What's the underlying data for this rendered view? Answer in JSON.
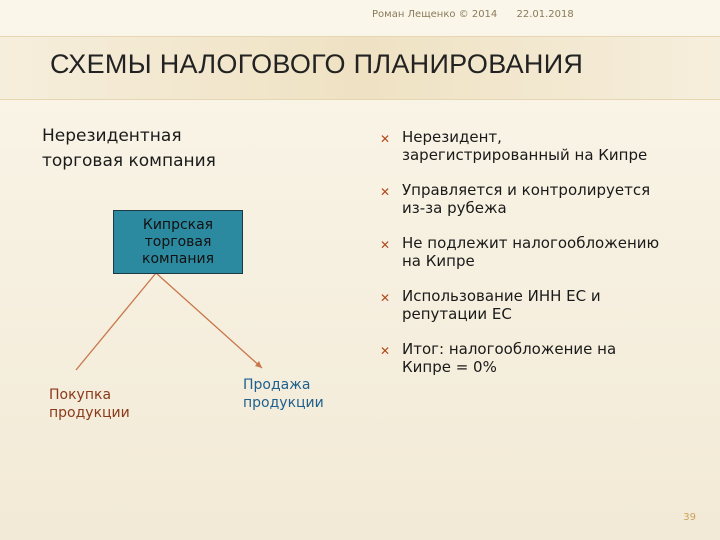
{
  "header": {
    "author": "Роман Лещенко © 2014",
    "date": "22.01.2018"
  },
  "title": "СХЕМЫ НАЛОГОВОГО ПЛАНИРОВАНИЯ",
  "left": {
    "heading_line1": "Нерезидентная",
    "heading_line2": "торговая компания",
    "company_box": {
      "line1": "Кипрская",
      "line2": "торговая",
      "line3": "компания"
    },
    "buy": {
      "line1": "Покупка",
      "line2": "продукции"
    },
    "sell": {
      "line1": "Продажа",
      "line2": "продукции"
    }
  },
  "bullets": [
    {
      "line1": "Нерезидент,",
      "line2": "зарегистрированный на Кипре"
    },
    {
      "line1": "Управляется и контролируется",
      "line2": "из-за рубежа"
    },
    {
      "line1": "Не подлежит налогообложению",
      "line2": "на Кипре"
    },
    {
      "line1": "Использование ИНН ЕС и",
      "line2": "репутации ЕС"
    },
    {
      "line1": "Итог: налогообложение на",
      "line2": "Кипре = 0%"
    }
  ],
  "bullet_icon": "x-mark-icon",
  "page_number": "39",
  "colors": {
    "box_fill": "#2c8aa0",
    "buy_text": "#8b3a1a",
    "sell_text": "#1f5f8e",
    "bullet": "#b04a1a"
  }
}
